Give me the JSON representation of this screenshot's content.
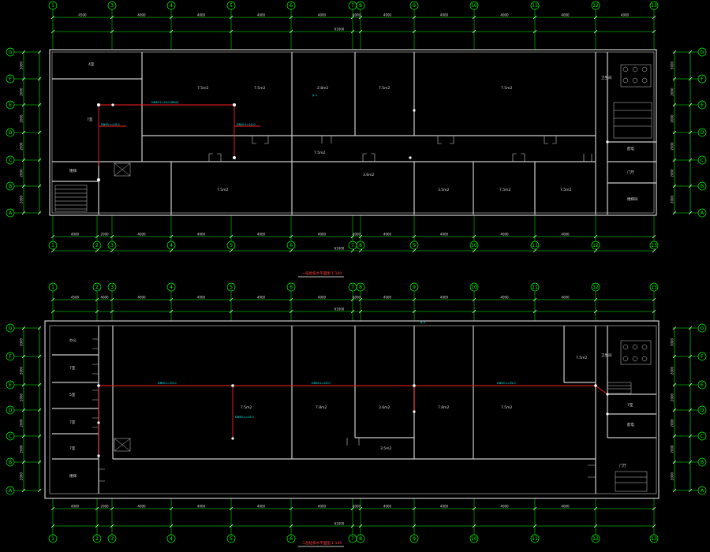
{
  "columns": [
    "1",
    "2",
    "3",
    "4",
    "5",
    "6",
    "7",
    "8",
    "9",
    "10",
    "11",
    "12",
    "13"
  ],
  "rows": [
    "G",
    "F",
    "E",
    "D",
    "C",
    "B",
    "A"
  ],
  "plans": [
    {
      "id": "upper",
      "dims_top": [
        "4500",
        "4000",
        "4000",
        "4000",
        "4000",
        "4000",
        "4000",
        "4000",
        "4000",
        "4000",
        "4000"
      ],
      "total_dim": "61000",
      "dims_bottom": [
        "4000",
        "2000",
        "4000",
        "4000",
        "4000",
        "4000",
        "4000",
        "4000",
        "4000",
        "4000",
        "4000"
      ],
      "row_dims": [
        "3000",
        "2000",
        "2000",
        "2000",
        "2000",
        "2000"
      ],
      "title": "一层给排水平面图 1:100",
      "rooms": [
        "4室",
        "7室",
        "7.5m2",
        "7.5m2",
        "2.8m2",
        "7.5m2",
        "7.5m2",
        "3.6m2",
        "7.5m2",
        "3.5m2",
        "7.5m2",
        "7.5m2",
        "7.5m2",
        "楼梯",
        "卫生间",
        "配电",
        "门厅",
        "楼梯间"
      ],
      "pipe_labels": [
        "DN50 L=25.0 DN25",
        "DN50 L=10.0",
        "DN50 L=10.0",
        "JL-1"
      ]
    },
    {
      "id": "lower",
      "dims_top": [
        "4500",
        "4000",
        "4000",
        "4000",
        "4000",
        "4000",
        "4000",
        "4000",
        "4000",
        "4000",
        "4000"
      ],
      "total_dim": "61000",
      "dims_bottom": [
        "4000",
        "2000",
        "4000",
        "4000",
        "4000",
        "4000",
        "4000",
        "4000",
        "4000",
        "4000",
        "4000"
      ],
      "row_dims": [
        "3000",
        "2000",
        "2000",
        "2000",
        "2000",
        "2000"
      ],
      "title": "二层给排水平面图 1:100",
      "rooms": [
        "办公",
        "7室",
        "5室",
        "7室",
        "7室",
        "7.5m2",
        "7.8m2",
        "3.6m2",
        "7.8m2",
        "3.5m2",
        "7.5m2",
        "7.5m2",
        "7室",
        "楼梯",
        "卫生间",
        "配电",
        "门厅"
      ],
      "pipe_labels": [
        "DN50 L=25.0",
        "DN50 L=25.0",
        "DN50 L=25.0",
        "DN50 L=10.0",
        "JL-2"
      ]
    }
  ]
}
